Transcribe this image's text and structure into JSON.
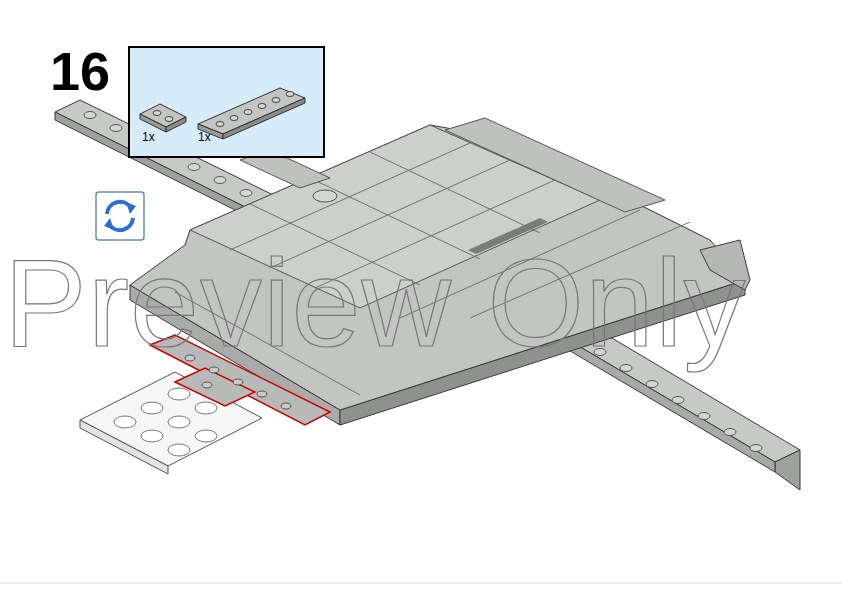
{
  "diagram": {
    "nodes": [
      {
        "text": [
          "1x",
          "1x"
        ]
      }
    ],
    "labels": [
      "16",
      "Preview Only"
    ]
  }
}
